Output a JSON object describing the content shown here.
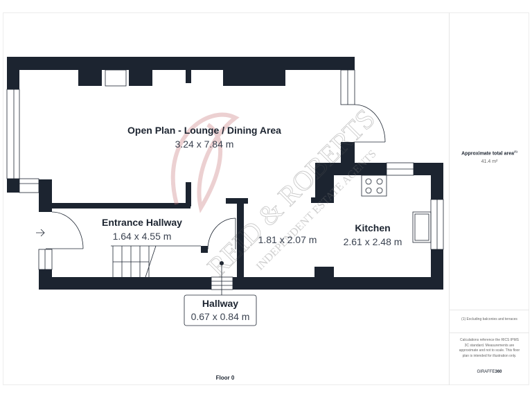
{
  "rooms": [
    {
      "name": "Open Plan - Lounge / Dining Area",
      "dims": "3.24 x 7.84 m"
    },
    {
      "name": "Entrance Hallway",
      "dims": "1.64 x 4.55 m"
    },
    {
      "name": "",
      "dims": "1.81 x 2.07 m"
    },
    {
      "name": "Kitchen",
      "dims": "2.61 x 2.48 m"
    },
    {
      "name": "Hallway",
      "dims": "0.67 x 0.84 m"
    }
  ],
  "floor_label": "Floor 0",
  "sidebar": {
    "area_title": "Approximate total area",
    "area_sup": "(1)",
    "area_value": "41.4 m²",
    "footnote": "(1) Excluding balconies and terraces",
    "disclaimer": "Calculations reference the RICS IPMS 3C standard. Measurements are approximate and not to scale. This floor plan is intended for illustration only.",
    "brand_a": "GIRAFFE",
    "brand_b": "360"
  },
  "watermark": {
    "line1": "REID & ROBERTS",
    "line2": "INDEPENDENT ESTATE AGENTS"
  },
  "colors": {
    "wall": "#1c2430",
    "watermark": "#c97a7e"
  }
}
